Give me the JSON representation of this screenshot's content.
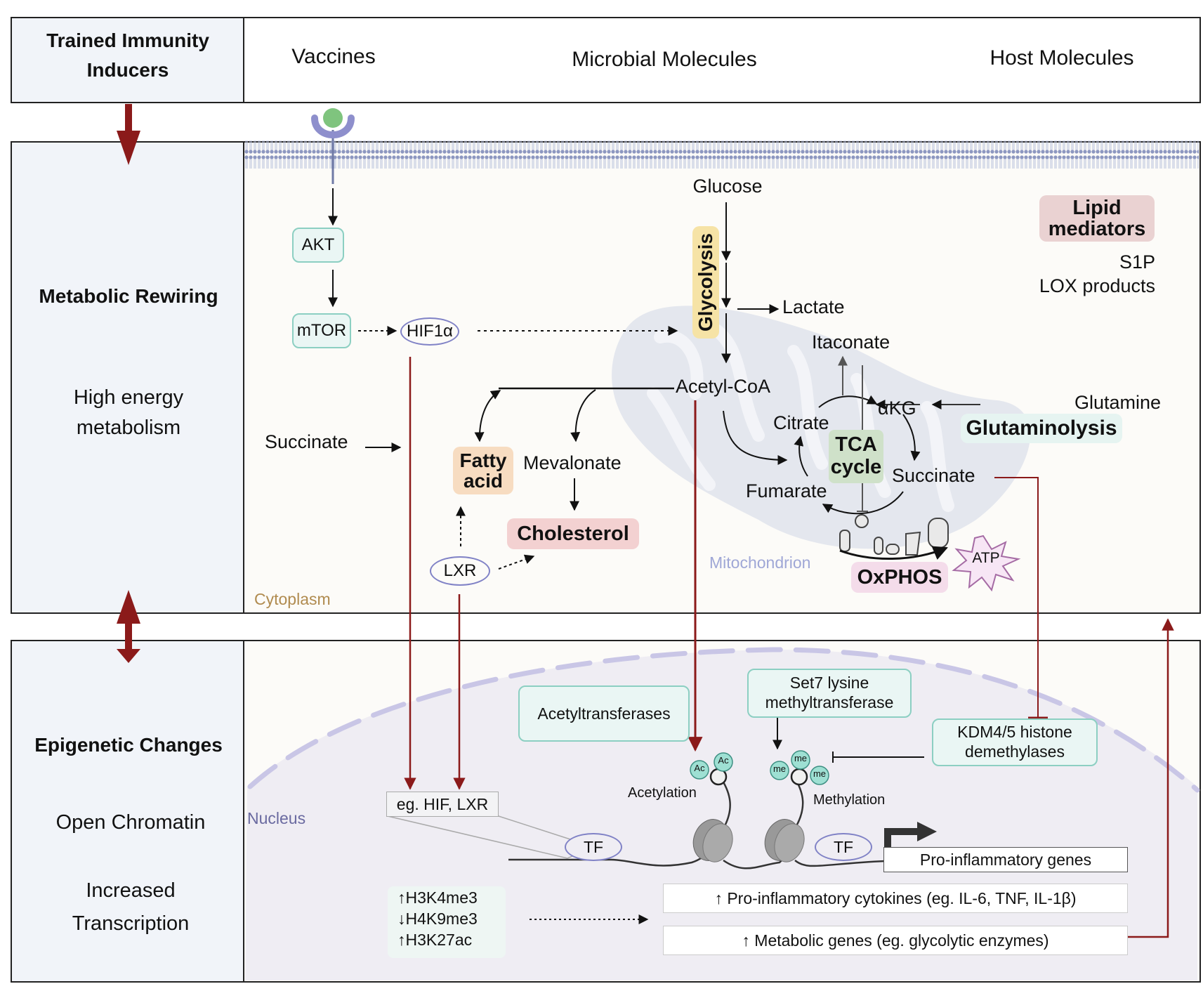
{
  "header": {
    "row_label": "Trained Immunity Inducers",
    "row_label_line1": "Trained Immunity",
    "row_label_line2": "Inducers",
    "inducers": [
      "Vaccines",
      "Microbial Molecules",
      "Host Molecules"
    ]
  },
  "metabolic": {
    "title": "Metabolic Rewiring",
    "subtitle_line1": "High energy",
    "subtitle_line2": "metabolism",
    "compartment_label": "Cytoplasm",
    "signaling": {
      "akt": "AKT",
      "mtor": "mTOR",
      "hif1a": "HIF1α",
      "lxr": "LXR",
      "succinate_in": "Succinate"
    },
    "glycolysis": {
      "glucose": "Glucose",
      "label": "Glycolysis",
      "lactate": "Lactate",
      "acetyl_coa": "Acetyl-CoA"
    },
    "lipid_synthesis": {
      "fatty_acid_line1": "Fatty",
      "fatty_acid_line2": "acid",
      "mevalonate": "Mevalonate",
      "cholesterol": "Cholesterol"
    },
    "lipid_mediators": {
      "title_line1": "Lipid",
      "title_line2": "mediators",
      "items": [
        "S1P",
        "LOX products"
      ]
    },
    "mitochondrion": {
      "label": "Mitochondrion",
      "tca_line1": "TCA",
      "tca_line2": "cycle",
      "itaconate": "Itaconate",
      "citrate": "Citrate",
      "akg": "αKG",
      "succinate": "Succinate",
      "fumarate": "Fumarate",
      "oxphos": "OxPHOS",
      "atp": "ATP"
    },
    "glutamine": {
      "source": "Glutamine",
      "pathway": "Glutaminolysis"
    }
  },
  "epigenetic": {
    "title": "Epigenetic Changes",
    "subtitle1": "Open Chromatin",
    "subtitle2_line1": "Increased",
    "subtitle2_line2": "Transcription",
    "compartment_label": "Nucleus",
    "tf_example": "eg. HIF, LXR",
    "tf": "TF",
    "acetyltransferases": "Acetyltransferases",
    "set7_line1": "Set7 lysine",
    "set7_line2": "methyltransferase",
    "kdm_line1": "KDM4/5 histone",
    "kdm_line2": "demethylases",
    "acetylation": "Acetylation",
    "methylation": "Methylation",
    "ac_tag": "Ac",
    "me_tag": "me",
    "target_genes": "Pro-inflammatory genes",
    "histone_marks": [
      "↑H3K4me3",
      "↓H4K9me3",
      "↑H3K27ac"
    ],
    "outcomes": [
      "↑ Pro-inflammatory cytokines (eg. IL-6, TNF, IL-1β)",
      "↑ Metabolic genes (eg. glycolytic enzymes)"
    ]
  },
  "colors": {
    "arrow_red": "#8b1a1a",
    "label_panel": "#f1f4f9",
    "cytoplasm": "#fcfbf8",
    "nucleus": "#efedf3",
    "membrane": "#9aa3c8",
    "mito": "#e4e7ee",
    "teal_box": "#eaf6f4",
    "teal_border": "#8ccfc2",
    "glycolysis_bg": "#f6e3a6",
    "fatty_bg": "#f7dcc1",
    "cholesterol_bg": "#f3d1d1",
    "lipid_bg": "#ead2d2",
    "tca_bg": "#cfe1c9",
    "oxphos_bg": "#f4dcea",
    "cytoplasm_text": "#b08b4f",
    "mito_text": "#9fa7d6",
    "nucleus_text": "#6a6aa0"
  }
}
